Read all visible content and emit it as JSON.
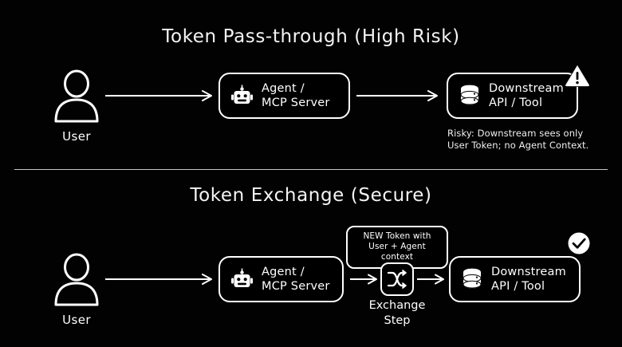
{
  "diagram": {
    "background_color": "#000000",
    "stroke_color": "#FFFFFF",
    "sections": [
      {
        "id": "pass-through",
        "title": "Token Pass-through (High Risk)",
        "status": "risk",
        "status_icon": "warning-triangle-icon",
        "nodes": [
          {
            "id": "user",
            "icon": "user-icon",
            "label": "User"
          },
          {
            "id": "agent",
            "icon": "robot-icon",
            "label": "Agent /\nMCP Server"
          },
          {
            "id": "downstream",
            "icon": "database-icon",
            "label": "Downstream\nAPI / Tool"
          }
        ],
        "note": "Risky: Downstream sees only\nUser Token; no Agent Context."
      },
      {
        "id": "exchange",
        "title": "Token Exchange (Secure)",
        "status": "secure",
        "status_icon": "check-circle-icon",
        "nodes": [
          {
            "id": "user",
            "icon": "user-icon",
            "label": "User"
          },
          {
            "id": "agent",
            "icon": "robot-icon",
            "label": "Agent /\nMCP Server"
          },
          {
            "id": "exchange-step",
            "icon": "shuffle-icon",
            "label": "Exchange\nStep"
          },
          {
            "id": "downstream",
            "icon": "database-icon",
            "label": "Downstream\nAPI / Tool"
          }
        ],
        "callout": "NEW Token with\nUser + Agent context"
      }
    ]
  }
}
